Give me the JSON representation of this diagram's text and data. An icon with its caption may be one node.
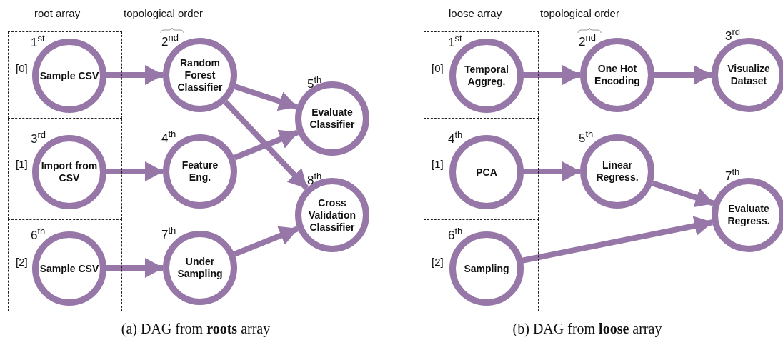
{
  "diagram": {
    "nodes": [
      {
        "text": [
          "[0]"
        ]
      },
      {
        "text": [
          "Sample CSV"
        ],
        "in": 0,
        "beside": [
          "1$^{st}$"
        ]
      },
      {
        "text": [
          "Random Forest Classifier"
        ],
        "beside": [
          "2$^{nd}$"
        ]
      },
      {
        "text": [
          "Evaluate Classifier"
        ],
        "beside": [
          "5$^{th}$"
        ]
      },
      {
        "text": [
          "[1]"
        ]
      },
      {
        "text": [
          "Import from CSV"
        ],
        "in": 4,
        "beside": [
          "3$^{rd}$"
        ]
      },
      {
        "text": [
          "Feature Eng."
        ],
        "beside": [
          "4$^{th}$"
        ]
      },
      {
        "text": [
          "Cross Validation Classifier"
        ],
        "beside": [
          "8$^{th}$"
        ]
      },
      {
        "text": [
          "[2]"
        ]
      },
      {
        "text": [
          "Sample CSV"
        ],
        "in": 8,
        "beside": [
          "6$^{th}$"
        ]
      },
      {
        "text": [
          "Under Sampling"
        ],
        "beside": [
          "7$^{th}$"
        ]
      },
      {
        "text": [
          "[0]"
        ]
      },
      {
        "text": [
          "Temporal Aggreg."
        ],
        "in": 11,
        "beside": [
          "1$^{st}$"
        ]
      },
      {
        "text": [
          "One Hot Encoding"
        ],
        "beside": [
          "2$^{nd}$"
        ]
      },
      {
        "text": [
          "Visualize Dataset"
        ],
        "beside": [
          "3$^{rd}$"
        ]
      },
      {
        "text": [
          "[1]"
        ]
      },
      {
        "text": [
          "PCA"
        ],
        "in": 15,
        "beside": [
          "4$^{th}$"
        ]
      },
      {
        "text": [
          "Linear Regress."
        ],
        "beside": [
          "5$^{th}$"
        ]
      },
      {
        "text": [
          "Evaluate Regress."
        ],
        "beside": [
          "7$^{th}$"
        ]
      },
      {
        "text": [
          "[2]"
        ]
      },
      {
        "text": [
          "Sampling"
        ],
        "in": 19,
        "beside": [
          "6$^{th}$"
        ]
      }
    ],
    "edges": [
      {
        "from": 1,
        "to": 2,
        "arrow": "to"
      },
      {
        "from": 2,
        "to": 3,
        "arrow": "to"
      },
      {
        "from": 2,
        "to": 7,
        "arrow": "to"
      },
      {
        "from": 5,
        "to": 6,
        "arrow": "to"
      },
      {
        "from": 6,
        "to": 3,
        "arrow": "to"
      },
      {
        "from": 9,
        "to": 10,
        "arrow": "to"
      },
      {
        "from": 10,
        "to": 7,
        "arrow": "to"
      },
      {
        "from": 12,
        "to": 13,
        "arrow": "to"
      },
      {
        "from": 13,
        "to": 14,
        "arrow": "to"
      },
      {
        "from": 16,
        "to": 17,
        "arrow": "to"
      },
      {
        "from": 17,
        "to": 18,
        "arrow": "to"
      },
      {
        "from": 20,
        "to": 18,
        "arrow": "to"
      }
    ],
    "labels": [
      "root array",
      "topological order",
      "loose array",
      "topological order",
      "(a) DAG from **roots** array",
      "(b) DAG from **loose** array"
    ]
  }
}
